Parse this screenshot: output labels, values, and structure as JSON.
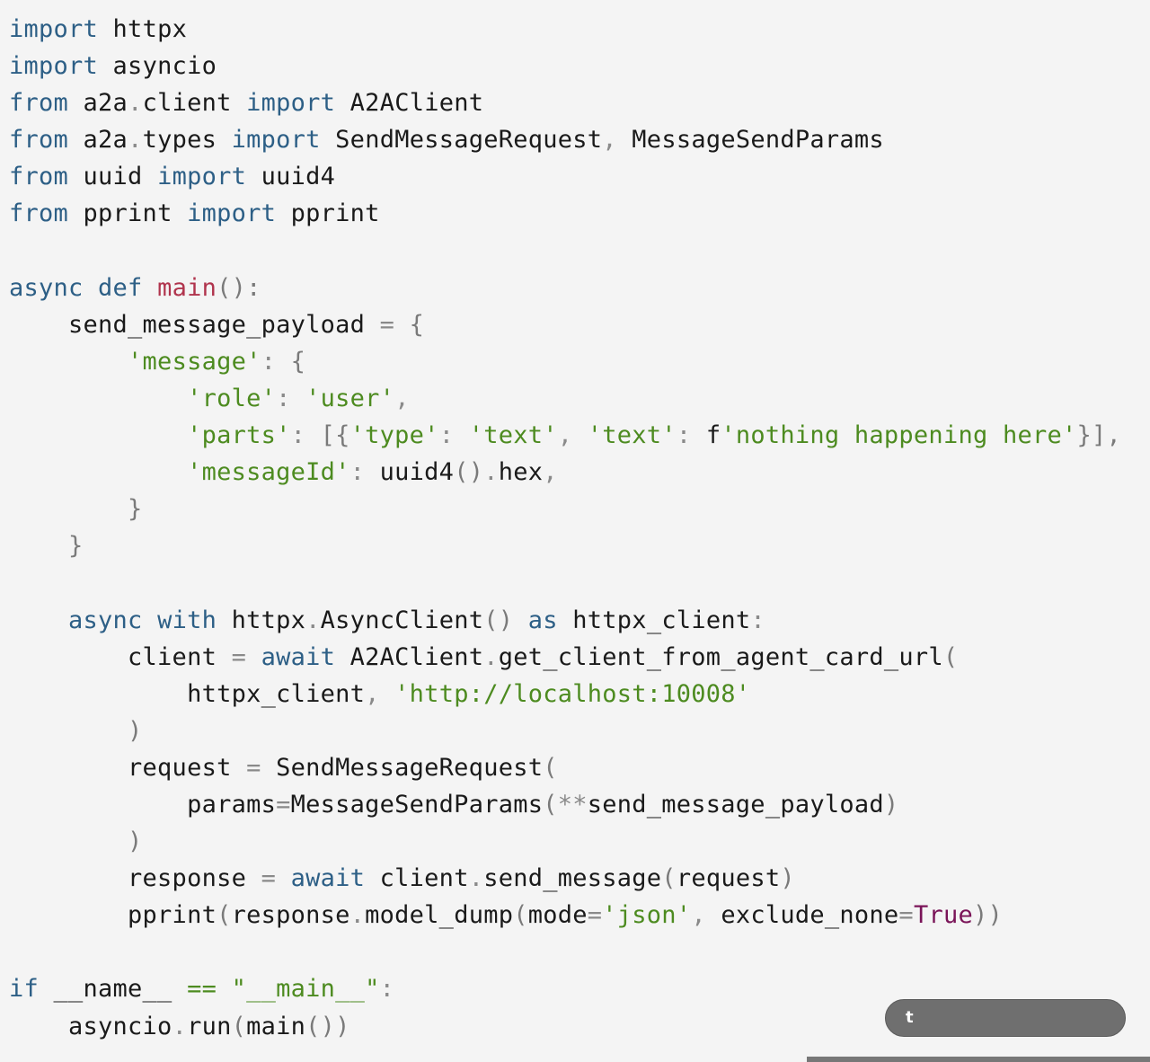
{
  "code": {
    "language": "python",
    "lines": [
      [
        {
          "t": "import",
          "k": "kw"
        },
        {
          "t": " httpx"
        }
      ],
      [
        {
          "t": "import",
          "k": "kw"
        },
        {
          "t": " asyncio"
        }
      ],
      [
        {
          "t": "from",
          "k": "kw"
        },
        {
          "t": " a2a"
        },
        {
          "t": ".",
          "k": "op"
        },
        {
          "t": "client "
        },
        {
          "t": "import",
          "k": "kw"
        },
        {
          "t": " A2AClient"
        }
      ],
      [
        {
          "t": "from",
          "k": "kw"
        },
        {
          "t": " a2a"
        },
        {
          "t": ".",
          "k": "op"
        },
        {
          "t": "types "
        },
        {
          "t": "import",
          "k": "kw"
        },
        {
          "t": " SendMessageRequest"
        },
        {
          "t": ",",
          "k": "op"
        },
        {
          "t": " MessageSendParams"
        }
      ],
      [
        {
          "t": "from",
          "k": "kw"
        },
        {
          "t": " uuid "
        },
        {
          "t": "import",
          "k": "kw"
        },
        {
          "t": " uuid4"
        }
      ],
      [
        {
          "t": "from",
          "k": "kw"
        },
        {
          "t": " pprint "
        },
        {
          "t": "import",
          "k": "kw"
        },
        {
          "t": " pprint"
        }
      ],
      [],
      [
        {
          "t": "async",
          "k": "kw"
        },
        {
          "t": " "
        },
        {
          "t": "def",
          "k": "kw"
        },
        {
          "t": " "
        },
        {
          "t": "main",
          "k": "fn"
        },
        {
          "t": "():",
          "k": "paren"
        }
      ],
      [
        {
          "t": "    send_message_payload "
        },
        {
          "t": "=",
          "k": "op"
        },
        {
          "t": " "
        },
        {
          "t": "{",
          "k": "paren"
        }
      ],
      [
        {
          "t": "        "
        },
        {
          "t": "'message'",
          "k": "str"
        },
        {
          "t": ": ",
          "k": "op"
        },
        {
          "t": "{",
          "k": "paren"
        }
      ],
      [
        {
          "t": "            "
        },
        {
          "t": "'role'",
          "k": "str"
        },
        {
          "t": ": ",
          "k": "op"
        },
        {
          "t": "'user'",
          "k": "str"
        },
        {
          "t": ",",
          "k": "op"
        }
      ],
      [
        {
          "t": "            "
        },
        {
          "t": "'parts'",
          "k": "str"
        },
        {
          "t": ": ",
          "k": "op"
        },
        {
          "t": "[{",
          "k": "paren"
        },
        {
          "t": "'type'",
          "k": "str"
        },
        {
          "t": ": ",
          "k": "op"
        },
        {
          "t": "'text'",
          "k": "str"
        },
        {
          "t": ", ",
          "k": "op"
        },
        {
          "t": "'text'",
          "k": "str"
        },
        {
          "t": ": ",
          "k": "op"
        },
        {
          "t": "f"
        },
        {
          "t": "'nothing happening here'",
          "k": "str"
        },
        {
          "t": "}],",
          "k": "paren"
        }
      ],
      [
        {
          "t": "            "
        },
        {
          "t": "'messageId'",
          "k": "str"
        },
        {
          "t": ": ",
          "k": "op"
        },
        {
          "t": "uuid4"
        },
        {
          "t": "()",
          "k": "paren"
        },
        {
          "t": ".",
          "k": "op"
        },
        {
          "t": "hex"
        },
        {
          "t": ",",
          "k": "op"
        }
      ],
      [
        {
          "t": "        "
        },
        {
          "t": "}",
          "k": "paren"
        }
      ],
      [
        {
          "t": "    "
        },
        {
          "t": "}",
          "k": "paren"
        }
      ],
      [],
      [
        {
          "t": "    "
        },
        {
          "t": "async",
          "k": "kw"
        },
        {
          "t": " "
        },
        {
          "t": "with",
          "k": "kw"
        },
        {
          "t": " httpx"
        },
        {
          "t": ".",
          "k": "op"
        },
        {
          "t": "AsyncClient"
        },
        {
          "t": "()",
          "k": "paren"
        },
        {
          "t": " "
        },
        {
          "t": "as",
          "k": "kw"
        },
        {
          "t": " httpx_client"
        },
        {
          "t": ":",
          "k": "op"
        }
      ],
      [
        {
          "t": "        client "
        },
        {
          "t": "=",
          "k": "op"
        },
        {
          "t": " "
        },
        {
          "t": "await",
          "k": "kw"
        },
        {
          "t": " A2AClient"
        },
        {
          "t": ".",
          "k": "op"
        },
        {
          "t": "get_client_from_agent_card_url"
        },
        {
          "t": "(",
          "k": "paren"
        }
      ],
      [
        {
          "t": "            httpx_client"
        },
        {
          "t": ",",
          "k": "op"
        },
        {
          "t": " "
        },
        {
          "t": "'http://localhost:10008'",
          "k": "str"
        }
      ],
      [
        {
          "t": "        "
        },
        {
          "t": ")",
          "k": "paren"
        }
      ],
      [
        {
          "t": "        request "
        },
        {
          "t": "=",
          "k": "op"
        },
        {
          "t": " SendMessageRequest"
        },
        {
          "t": "(",
          "k": "paren"
        }
      ],
      [
        {
          "t": "            params"
        },
        {
          "t": "=",
          "k": "op"
        },
        {
          "t": "MessageSendParams"
        },
        {
          "t": "(",
          "k": "paren"
        },
        {
          "t": "**",
          "k": "op"
        },
        {
          "t": "send_message_payload"
        },
        {
          "t": ")",
          "k": "paren"
        }
      ],
      [
        {
          "t": "        "
        },
        {
          "t": ")",
          "k": "paren"
        }
      ],
      [
        {
          "t": "        response "
        },
        {
          "t": "=",
          "k": "op"
        },
        {
          "t": " "
        },
        {
          "t": "await",
          "k": "kw"
        },
        {
          "t": " client"
        },
        {
          "t": ".",
          "k": "op"
        },
        {
          "t": "send_message"
        },
        {
          "t": "(",
          "k": "paren"
        },
        {
          "t": "request"
        },
        {
          "t": ")",
          "k": "paren"
        }
      ],
      [
        {
          "t": "        pprint"
        },
        {
          "t": "(",
          "k": "paren"
        },
        {
          "t": "response"
        },
        {
          "t": ".",
          "k": "op"
        },
        {
          "t": "model_dump"
        },
        {
          "t": "(",
          "k": "paren"
        },
        {
          "t": "mode"
        },
        {
          "t": "=",
          "k": "op"
        },
        {
          "t": "'json'",
          "k": "str"
        },
        {
          "t": ",",
          "k": "op"
        },
        {
          "t": " exclude_none"
        },
        {
          "t": "=",
          "k": "op"
        },
        {
          "t": "True",
          "k": "builtin"
        },
        {
          "t": "))",
          "k": "paren"
        }
      ],
      [],
      [
        {
          "t": "if",
          "k": "kw"
        },
        {
          "t": " __name__ "
        },
        {
          "t": "==",
          "k": "str"
        },
        {
          "t": " "
        },
        {
          "t": "\"__main__\"",
          "k": "str"
        },
        {
          "t": ":",
          "k": "op"
        }
      ],
      [
        {
          "t": "    asyncio"
        },
        {
          "t": ".",
          "k": "op"
        },
        {
          "t": "run"
        },
        {
          "t": "(",
          "k": "paren"
        },
        {
          "t": "main"
        },
        {
          "t": "())",
          "k": "paren"
        }
      ]
    ]
  },
  "toast": {
    "text": "t"
  },
  "colors": {
    "background": "#f4f4f4",
    "keyword": "#2d5f86",
    "function_name": "#b0344d",
    "string": "#4d8b20",
    "builtin_constant": "#7a1458",
    "punctuation": "#8a8a8a",
    "default_text": "#1a1a1a",
    "toast_background": "#6f6f6f"
  }
}
